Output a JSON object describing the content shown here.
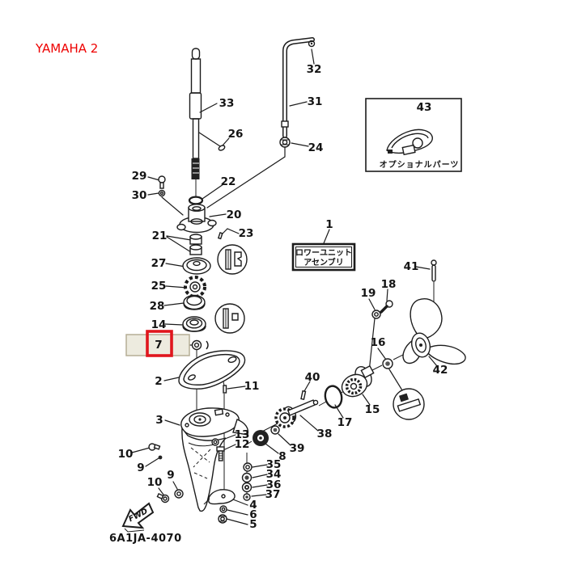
{
  "header": {
    "title": "YAMAHA 2",
    "title_color": "#ee0000"
  },
  "diagram": {
    "code": "6A1JA-4070",
    "fwd_label": "FWD",
    "assembly_box": {
      "part_no": "1",
      "line1": "ロワーユニット",
      "line2": "アセンブリ"
    },
    "optional_parts_box": {
      "part_no": "43",
      "label": "オプショナルパーツ"
    },
    "selection": {
      "selected_part": "7",
      "marker_color": "#e0161d",
      "band_fill": "#edebdf",
      "band_border": "#b5ae96"
    },
    "labels": {
      "p1": "1",
      "p2": "2",
      "p3": "3",
      "p4": "4",
      "p5": "5",
      "p6": "6",
      "p7": "7",
      "p8": "8",
      "p9a": "9",
      "p9b": "9",
      "p10a": "10",
      "p10b": "10",
      "p11": "11",
      "p12": "12",
      "p13": "13",
      "p14": "14",
      "p15": "15",
      "p16": "16",
      "p17": "17",
      "p18": "18",
      "p19": "19",
      "p20": "20",
      "p21": "21",
      "p22": "22",
      "p23": "23",
      "p24": "24",
      "p25": "25",
      "p26": "26",
      "p27": "27",
      "p28": "28",
      "p29": "29",
      "p30": "30",
      "p31": "31",
      "p32": "32",
      "p33": "33",
      "p34": "34",
      "p35": "35",
      "p36": "36",
      "p37": "37",
      "p38": "38",
      "p39": "39",
      "p40": "40",
      "p41": "41",
      "p42": "42",
      "p43": "43"
    }
  }
}
